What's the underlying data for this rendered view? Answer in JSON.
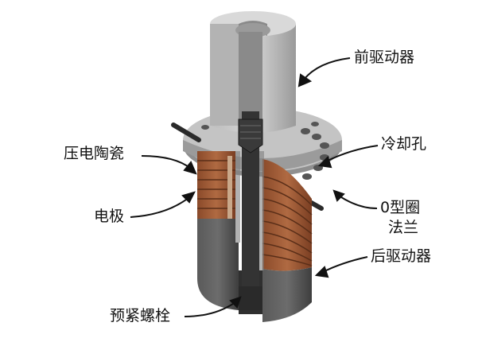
{
  "labels": {
    "front_driver": "前驱动器",
    "piezo_ceramic": "压电陶瓷",
    "cooling_hole": "冷却孔",
    "oring_line1": "0型圈",
    "oring_line2": "法兰",
    "electrode": "电极",
    "rear_driver": "后驱动器",
    "preload_bolt": "预紧螺栓"
  },
  "colors": {
    "metal_light": "#c9c9c9",
    "metal_mid": "#a3a3a3",
    "metal_dark": "#6e6e6e",
    "cut_face": "#7a7a7a",
    "rear_dark": "#4a4a4a",
    "bolt": "#3a3a3a",
    "ceramic_copper": "#a3603a",
    "ceramic_gap": "#5a2e18",
    "arrow": "#111111"
  }
}
